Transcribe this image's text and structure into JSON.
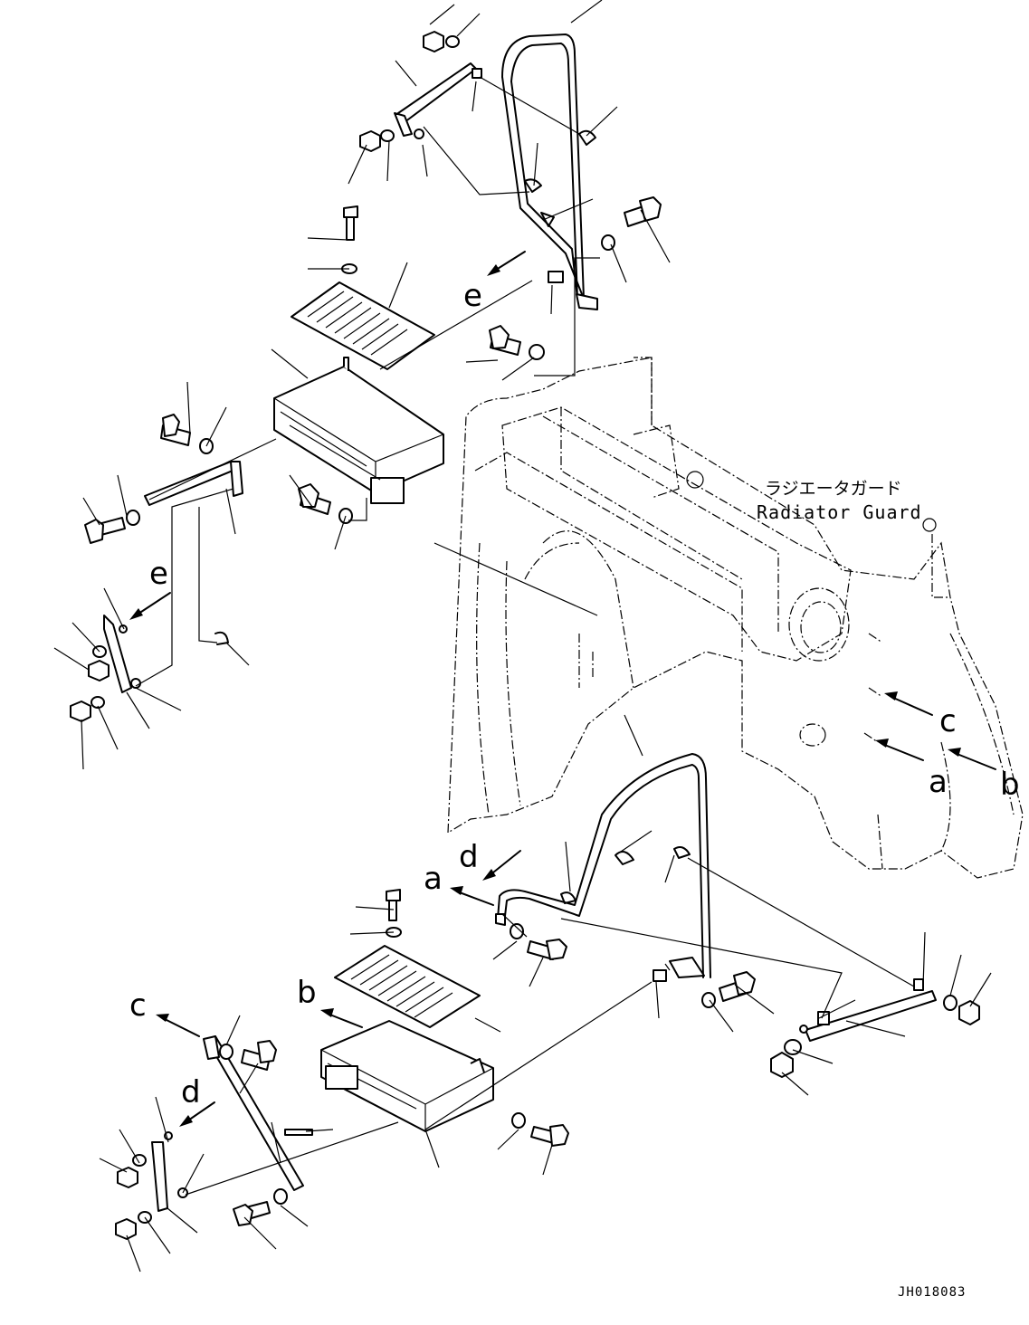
{
  "diagram": {
    "labels": {
      "radiator_guard_jp": "ラジエータガード",
      "radiator_guard_en": "Radiator Guard",
      "drawing_code": "JH018083"
    },
    "callouts": {
      "a": "a",
      "b": "b",
      "c": "c",
      "d": "d",
      "e": "e"
    }
  }
}
